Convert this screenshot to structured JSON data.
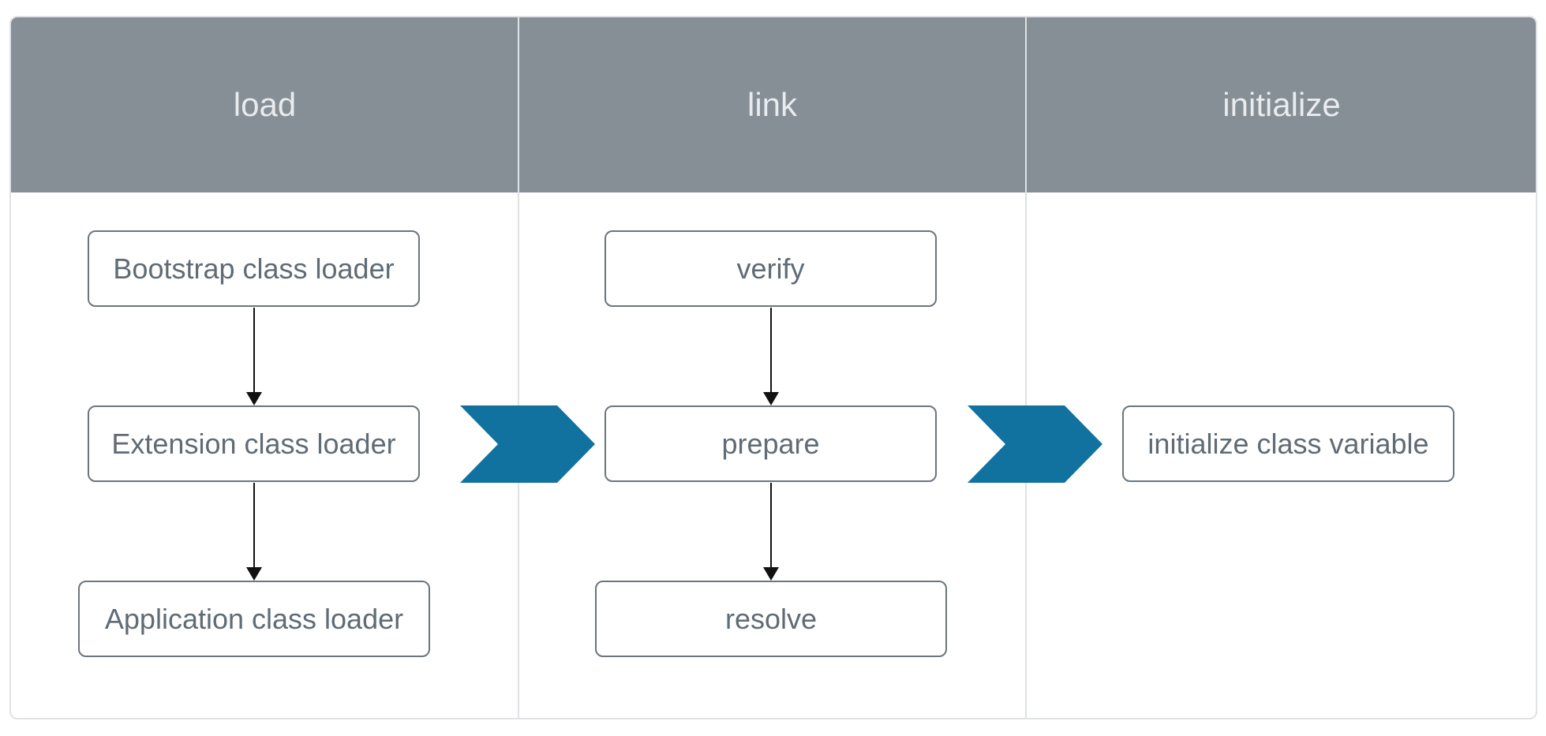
{
  "columns": [
    {
      "header": "load"
    },
    {
      "header": "link"
    },
    {
      "header": "initialize"
    }
  ],
  "load": {
    "step1": "Bootstrap class loader",
    "step2": "Extension class loader",
    "step3": "Application class loader"
  },
  "link": {
    "step1": "verify",
    "step2": "prepare",
    "step3": "resolve"
  },
  "initialize": {
    "step1": "initialize class variable"
  },
  "colors": {
    "header_bg": "#868e96",
    "header_text": "#e9ecef",
    "chevron": "#1172a0",
    "node_border": "#6c757d",
    "node_text": "#5f6b75",
    "arrow": "#111111"
  },
  "icons": {
    "stage_transition": "chevron-right-icon",
    "flow": "arrow-down-icon"
  }
}
